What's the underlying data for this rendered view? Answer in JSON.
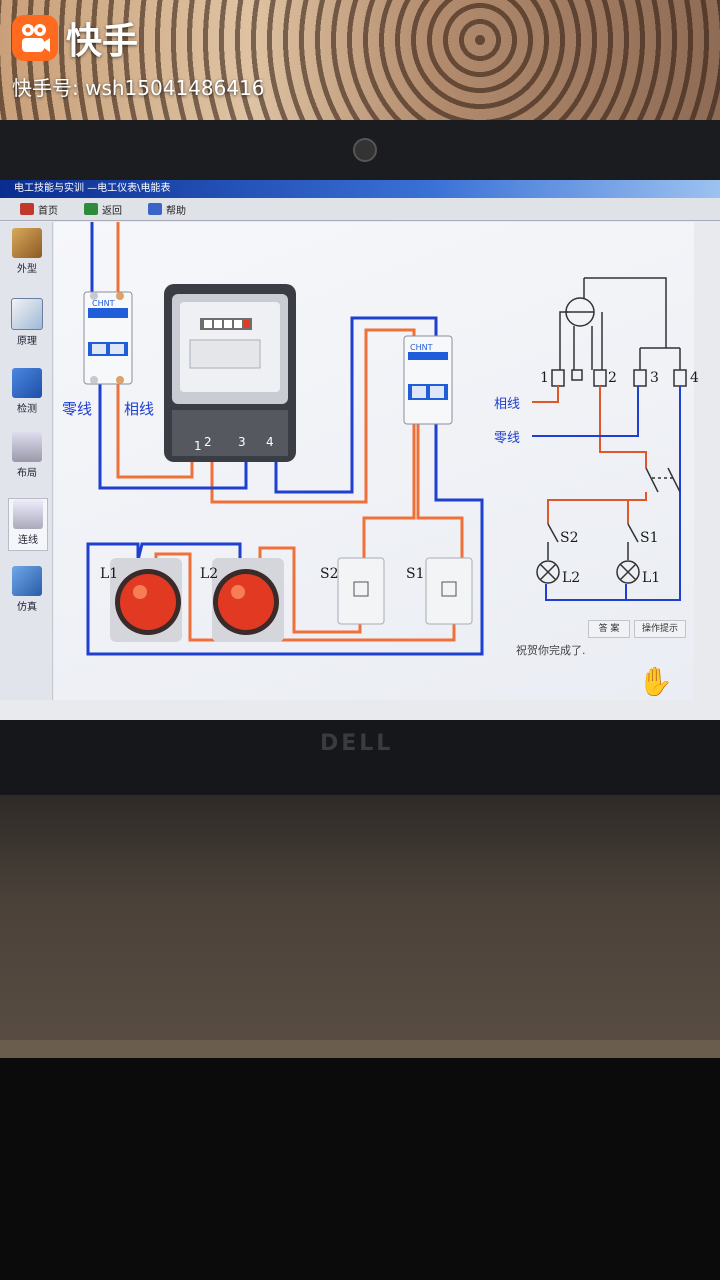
{
  "overlay": {
    "app_name": "快手",
    "account_id": "快手号: wsh15041486416"
  },
  "window": {
    "title": "电工技能与实训 —电工仪表\\电能表",
    "toolbar": [
      {
        "label": "首页",
        "icon": "home-icon"
      },
      {
        "label": "返回",
        "icon": "back-icon"
      },
      {
        "label": "帮助",
        "icon": "help-icon"
      }
    ]
  },
  "sidebar": {
    "items": [
      {
        "label": "外型",
        "icon": "box-icon"
      },
      {
        "label": "原理",
        "icon": "principle-icon"
      },
      {
        "label": "检测",
        "icon": "detect-icon"
      },
      {
        "label": "布局",
        "icon": "layout-icon"
      },
      {
        "label": "连线",
        "icon": "wiring-icon"
      },
      {
        "label": "仿真",
        "icon": "simulate-icon"
      }
    ]
  },
  "wiring": {
    "neutral_label": "零线",
    "phase_label": "相线",
    "breaker_brand": "CHNT",
    "meter_terminals": [
      "1",
      "2",
      "3",
      "4"
    ],
    "lamp_labels": [
      "L1",
      "L2"
    ],
    "switch_labels": [
      "S2",
      "S1"
    ]
  },
  "schematic": {
    "terminal_labels": [
      "1",
      "2",
      "3",
      "4"
    ],
    "phase_label": "相线",
    "neutral_label": "零线",
    "switch_labels": [
      "S2",
      "S1"
    ],
    "lamp_labels": [
      "L2",
      "L1"
    ]
  },
  "actions": {
    "answer_button": "答 案",
    "hint_button": "操作提示",
    "status_message": "祝贺你完成了."
  },
  "laptop": {
    "brand": "DELL"
  },
  "colors": {
    "phase_wire": "#f0703a",
    "neutral_wire": "#1f3fd0",
    "lamp_red": "#e23a22",
    "app_orange": "#ff6a1f",
    "titlebar_blue": "#1a46b8"
  }
}
